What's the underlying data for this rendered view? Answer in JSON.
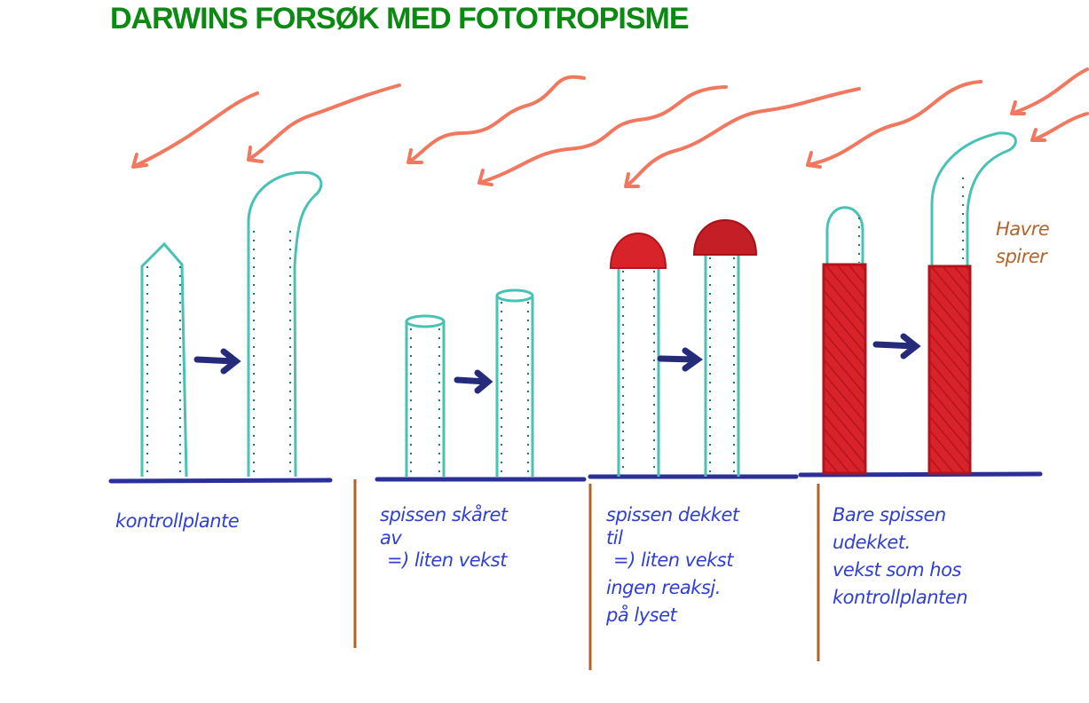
{
  "title": "DARWINS FORSØK MED FOTOTROPISME",
  "colors": {
    "title": "#0b8a12",
    "light_rays": "#f06a4e",
    "plant": "#48c2b4",
    "cap": "#d8232a",
    "ground": "#2a2f9a",
    "divider": "#b4622a",
    "text": "#2f3fd6"
  },
  "panels": [
    {
      "label": [
        "kontrollplante"
      ]
    },
    {
      "label": [
        "spissen skåret",
        "av",
        "=) liten vekst"
      ]
    },
    {
      "label": [
        "spissen dekket",
        "til",
        "=) liten vekst",
        "ingen reaksj.",
        "på lyset"
      ]
    },
    {
      "label": [
        "Bare spissen",
        "udekket.",
        "vekst som hos",
        "kontrollplanten"
      ]
    }
  ],
  "side_note": [
    "Havre",
    "spirer"
  ]
}
